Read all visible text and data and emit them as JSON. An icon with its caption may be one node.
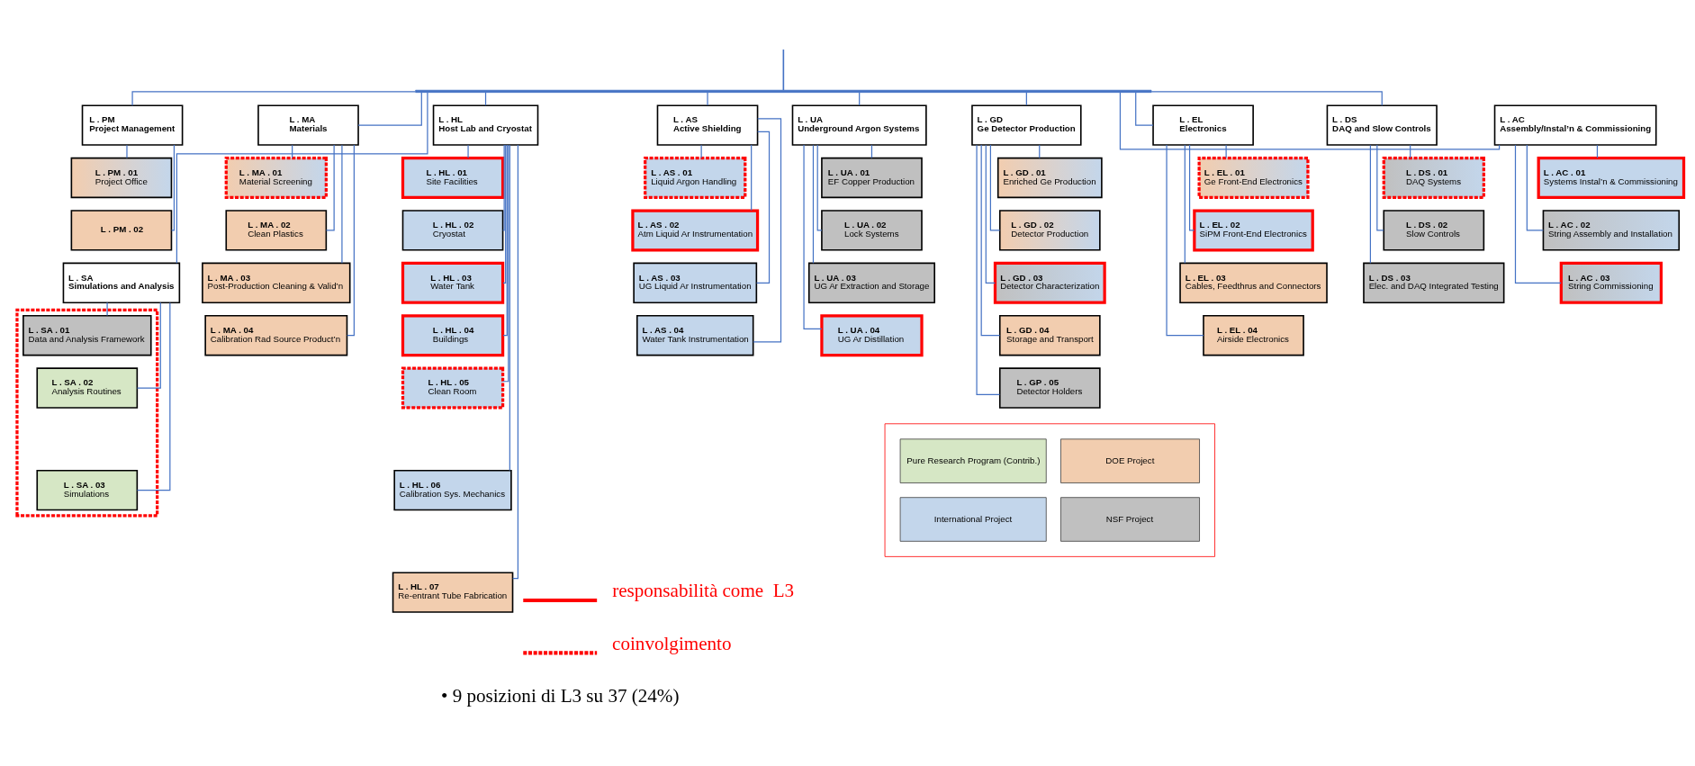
{
  "diagram": {
    "nodes": [
      {
        "text": [],
        "shape": "bar"
      },
      {
        "text": [
          "L . PM",
          "Project Management"
        ]
      },
      {
        "text": [
          "L . PM . 01",
          "Project Office"
        ]
      },
      {
        "text": [
          "L . PM . 02"
        ]
      },
      {
        "text": [
          "L . SA",
          "Simulations and Analysis"
        ]
      },
      {
        "text": [],
        "shape": "box"
      },
      {
        "text": [
          "L . SA . 01",
          "Data and Analysis Framework"
        ],
        "in": 5
      },
      {
        "text": [
          "L . SA . 02",
          "Analysis Routines"
        ],
        "in": 5
      },
      {
        "text": [
          "L . SA . 03",
          "Simulations"
        ],
        "in": 5
      },
      {
        "text": [
          "L . MA",
          "Materials"
        ]
      },
      {
        "text": [
          "L . MA . 01",
          "Material Screening"
        ]
      },
      {
        "text": [
          "L . MA . 02",
          "Clean Plastics"
        ]
      },
      {
        "text": [
          "L . MA . 03",
          "Post-Production Cleaning & Valid’n"
        ]
      },
      {
        "text": [
          "L . MA . 04",
          "Calibration Rad Source Product’n"
        ]
      },
      {
        "text": [
          "L . HL",
          "Host Lab and Cryostat"
        ]
      },
      {
        "text": [
          "L . HL . 01",
          "Site Facilities"
        ]
      },
      {
        "text": [
          "L . HL . 02",
          "Cryostat"
        ]
      },
      {
        "text": [
          "L . HL . 03",
          "Water Tank"
        ]
      },
      {
        "text": [
          "L . HL . 04",
          "Buildings"
        ]
      },
      {
        "text": [
          "L . HL . 05",
          "Clean Room"
        ]
      },
      {
        "text": [
          "L . HL . 06",
          "Calibration Sys. Mechanics"
        ]
      },
      {
        "text": [
          "L . HL . 07",
          "Re-entrant Tube Fabrication"
        ]
      },
      {
        "text": [
          "L . AS",
          "Active Shielding"
        ]
      },
      {
        "text": [
          "L . AS . 01",
          "Liquid Argon Handling"
        ]
      },
      {
        "text": [
          "L . AS . 02",
          "Atm Liquid Ar Instrumentation"
        ]
      },
      {
        "text": [
          "L . AS . 03",
          "UG Liquid Ar Instrumentation"
        ]
      },
      {
        "text": [
          "L . AS . 04",
          "Water Tank Instrumentation"
        ]
      },
      {
        "text": [
          "L . UA",
          "Underground Argon Systems"
        ]
      },
      {
        "text": [
          "L . UA . 01",
          "EF Copper Production"
        ]
      },
      {
        "text": [
          "L . UA . 02",
          "Lock Systems"
        ]
      },
      {
        "text": [
          "L . UA . 03",
          "UG Ar Extraction and Storage"
        ]
      },
      {
        "text": [
          "L . UA . 04",
          "UG Ar Distillation"
        ]
      },
      {
        "text": [
          "L . GD",
          "Ge Detector Production"
        ]
      },
      {
        "text": [
          "L . GD . 01",
          "Enriched Ge Production"
        ]
      },
      {
        "text": [
          "L . GD . 02",
          "Detector Production"
        ]
      },
      {
        "text": [
          "L . GD . 03",
          "Detector Characterization"
        ]
      },
      {
        "text": [
          "L . GD . 04",
          "Storage and Transport"
        ]
      },
      {
        "text": [
          "L . GP . 05",
          "Detector Holders"
        ]
      },
      {
        "text": [
          "L . EL",
          "Electronics"
        ]
      },
      {
        "text": [
          "L . EL . 01",
          "Ge Front-End Electronics"
        ]
      },
      {
        "text": [
          "L . EL . 02",
          "SiPM Front-End Electronics"
        ]
      },
      {
        "text": [
          "L . EL . 03",
          "Cables, Feedthrus and Connectors"
        ]
      },
      {
        "text": [
          "L . EL . 04",
          "Airside Electronics"
        ]
      },
      {
        "text": [
          "L . DS",
          "DAQ and Slow Controls"
        ]
      },
      {
        "text": [
          "L . DS . 01",
          "DAQ Systems"
        ]
      },
      {
        "text": [
          "L . DS . 02",
          "Slow Controls"
        ]
      },
      {
        "text": [
          "L . DS . 03",
          "Elec. and DAQ Integrated Testing"
        ]
      },
      {
        "text": [
          "L . AC",
          "Assembly/Instal’n & Commissioning"
        ]
      },
      {
        "text": [
          "L . AC . 01",
          "Systems Instal’n & Commissioning"
        ]
      },
      {
        "text": [
          "L . AC . 02",
          "String Assembly and Installation"
        ]
      },
      {
        "text": [
          "L . AC . 03",
          "String Commissioning"
        ]
      }
    ],
    "edges": [
      {
        "from": null,
        "to": 0,
        "arrow": "none"
      },
      {
        "from": 0,
        "to": 1,
        "arrow": "none"
      },
      {
        "from": 0,
        "to": 4,
        "arrow": "none"
      },
      {
        "from": 0,
        "to": 9,
        "arrow": "none"
      },
      {
        "from": 0,
        "to": 14,
        "arrow": "none"
      },
      {
        "from": 0,
        "to": 22,
        "arrow": "none"
      },
      {
        "from": 0,
        "to": 27,
        "arrow": "none"
      },
      {
        "from": 0,
        "to": 32,
        "arrow": "none"
      },
      {
        "from": 0,
        "to": 38,
        "arrow": "none"
      },
      {
        "from": 0,
        "to": 43,
        "arrow": "none"
      },
      {
        "from": 0,
        "to": 47,
        "arrow": "none"
      },
      {
        "from": 1,
        "to": 2,
        "arrow": "none"
      },
      {
        "from": 1,
        "to": 3,
        "arrow": "none"
      },
      {
        "from": 4,
        "to": 6,
        "arrow": "none"
      },
      {
        "from": 4,
        "to": 7,
        "arrow": "none"
      },
      {
        "from": 4,
        "to": 8,
        "arrow": "none"
      },
      {
        "from": 9,
        "to": 10,
        "arrow": "none"
      },
      {
        "from": 9,
        "to": 11,
        "arrow": "none"
      },
      {
        "from": 9,
        "to": 12,
        "arrow": "none"
      },
      {
        "from": 9,
        "to": 13,
        "arrow": "none"
      },
      {
        "from": 14,
        "to": 15,
        "arrow": "none"
      },
      {
        "from": 14,
        "to": 16,
        "arrow": "none"
      },
      {
        "from": 14,
        "to": 17,
        "arrow": "none"
      },
      {
        "from": 14,
        "to": 18,
        "arrow": "none"
      },
      {
        "from": 14,
        "to": 19,
        "arrow": "none"
      },
      {
        "from": 14,
        "to": 20,
        "arrow": "none"
      },
      {
        "from": 14,
        "to": 21,
        "arrow": "none"
      },
      {
        "from": 22,
        "to": 23,
        "arrow": "none"
      },
      {
        "from": 22,
        "to": 24,
        "arrow": "none"
      },
      {
        "from": 22,
        "to": 25,
        "arrow": "none"
      },
      {
        "from": 22,
        "to": 26,
        "arrow": "none"
      },
      {
        "from": 27,
        "to": 28,
        "arrow": "none"
      },
      {
        "from": 27,
        "to": 29,
        "arrow": "none"
      },
      {
        "from": 27,
        "to": 30,
        "arrow": "none"
      },
      {
        "from": 27,
        "to": 31,
        "arrow": "none"
      },
      {
        "from": 32,
        "to": 33,
        "arrow": "none"
      },
      {
        "from": 32,
        "to": 34,
        "arrow": "none"
      },
      {
        "from": 32,
        "to": 35,
        "arrow": "none"
      },
      {
        "from": 32,
        "to": 36,
        "arrow": "none"
      },
      {
        "from": 32,
        "to": 37,
        "arrow": "none"
      },
      {
        "from": 38,
        "to": 39,
        "arrow": "none"
      },
      {
        "from": 38,
        "to": 40,
        "arrow": "none"
      },
      {
        "from": 38,
        "to": 41,
        "arrow": "none"
      },
      {
        "from": 38,
        "to": 42,
        "arrow": "none"
      },
      {
        "from": 43,
        "to": 44,
        "arrow": "none"
      },
      {
        "from": 43,
        "to": 45,
        "arrow": "none"
      },
      {
        "from": 43,
        "to": 46,
        "arrow": "none"
      },
      {
        "from": 47,
        "to": 48,
        "arrow": "none"
      },
      {
        "from": 47,
        "to": 49,
        "arrow": "none"
      },
      {
        "from": 47,
        "to": 50,
        "arrow": "none"
      }
    ],
    "labels": [
      "• 9 posizioni di L3 su 37 (24%)"
    ],
    "legend": [
      {
        "text": "responsabilità come  L3"
      },
      {
        "text": "coinvolgimento"
      },
      {
        "text": "Pure Research Program (Contrib.)",
        "color": "#d6e7c5"
      },
      {
        "text": "DOE Project",
        "color": "#f2cdaf"
      },
      {
        "text": "International Project",
        "color": "#c3d6eb"
      },
      {
        "text": "NSF Project",
        "color": "#c0c0c0"
      }
    ]
  }
}
